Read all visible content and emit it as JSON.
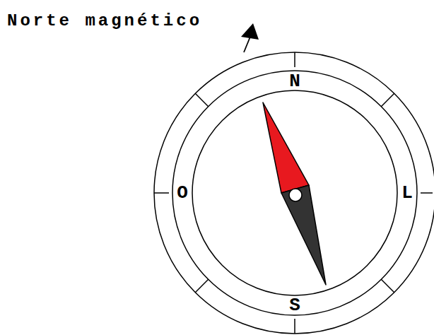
{
  "diagram": {
    "labels": [
      "Norte magnético",
      "N",
      "O",
      "L",
      "S"
    ]
  }
}
